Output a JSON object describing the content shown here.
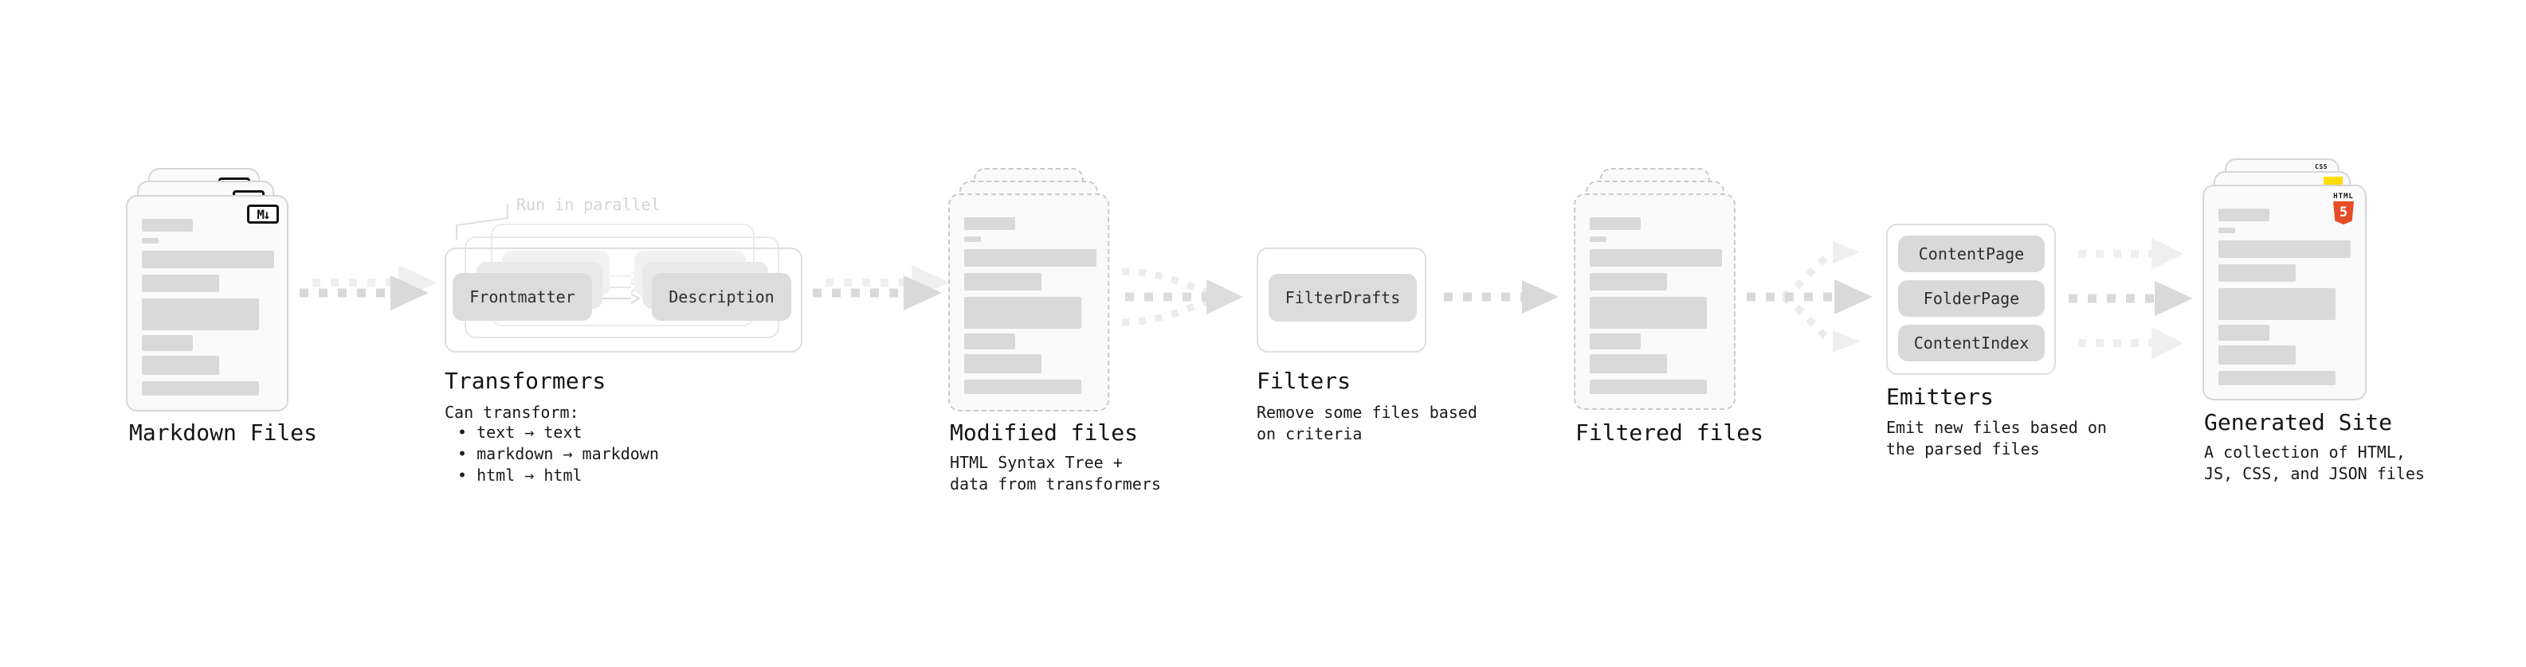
{
  "colors": {
    "html5_orange": "#e44d26",
    "js_yellow": "#ffdd00",
    "css_blue": "#2563eb",
    "badge_black": "#111111"
  },
  "stages": {
    "markdown": {
      "label": "Markdown Files",
      "badge": "M↓"
    },
    "transformers": {
      "label": "Transformers",
      "callout": "Run in parallel",
      "pills": [
        "Frontmatter",
        "Description"
      ],
      "note_title": "Can transform:",
      "bullets": [
        "• text → text",
        "• markdown → markdown",
        "• html → html"
      ]
    },
    "modified": {
      "label": "Modified files",
      "note_lines": [
        "HTML Syntax Tree +",
        "data from transformers"
      ]
    },
    "filters": {
      "label": "Filters",
      "pill": "FilterDrafts",
      "note_lines": [
        "Remove some files based",
        "on criteria"
      ]
    },
    "filtered": {
      "label": "Filtered files"
    },
    "emitters": {
      "label": "Emitters",
      "pills": [
        "ContentPage",
        "FolderPage",
        "ContentIndex"
      ],
      "note_lines": [
        "Emit new files based on",
        "the parsed files"
      ]
    },
    "generated": {
      "label": "Generated Site",
      "note_lines": [
        "A collection of HTML,",
        "JS, CSS, and JSON files"
      ],
      "icons": {
        "html5_word": "HTML",
        "html5_number": "5",
        "css_word": "CSS"
      }
    }
  }
}
